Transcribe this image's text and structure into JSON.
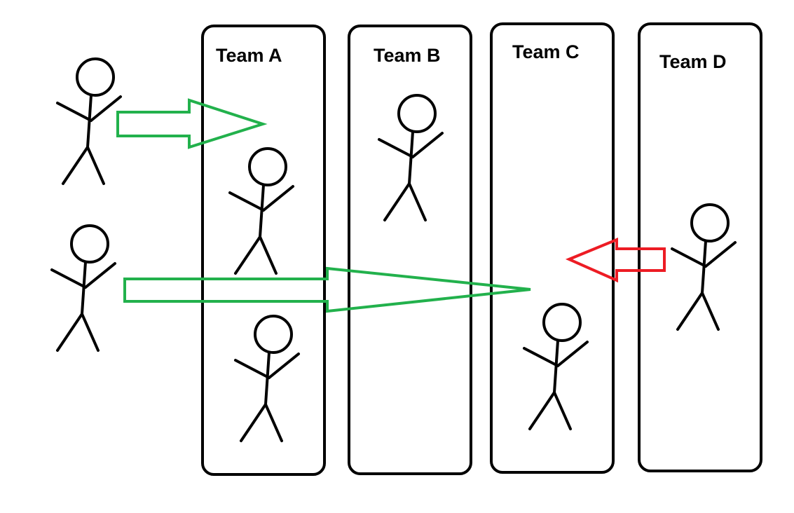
{
  "teams": [
    {
      "name": "Team A"
    },
    {
      "name": "Team B"
    },
    {
      "name": "Team C"
    },
    {
      "name": "Team D"
    }
  ],
  "colors": {
    "join_arrow": "#22b14c",
    "leave_arrow": "#ed1c24",
    "outline": "#000000"
  }
}
